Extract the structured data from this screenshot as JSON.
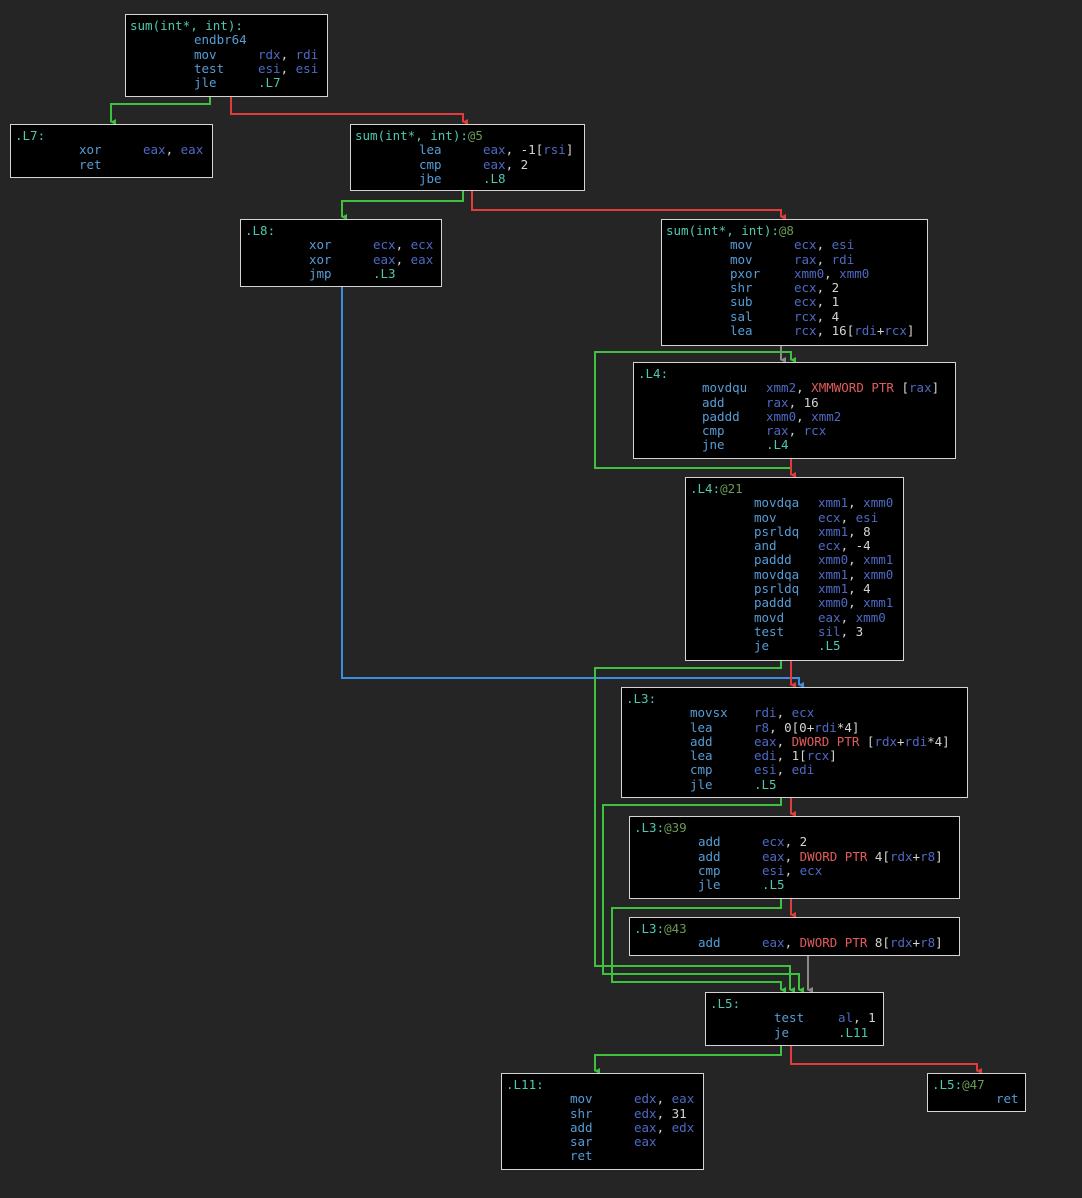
{
  "colors": {
    "background": "#252526",
    "block_bg": "#000000",
    "border": "#d4d4d4",
    "label": "#4ec9b0",
    "suffix": "#6a9955",
    "mnemonic": "#569cd6",
    "register": "#4e69c4",
    "number": "#d4d4d4",
    "ptr_keyword": "#e25b5b",
    "edge_true": "#3ec13e",
    "edge_false": "#e23b3b",
    "edge_jump": "#3a8ee6",
    "edge_fallthrough": "#8a8a8a"
  },
  "blocks": [
    {
      "id": "entry",
      "header": "sum(int*, int):",
      "suffix": "",
      "lines": [
        {
          "mnemonic": "endbr64",
          "operands": []
        },
        {
          "mnemonic": "mov",
          "operands": [
            {
              "t": "reg",
              "v": "rdx"
            },
            {
              "t": "op",
              "v": ", "
            },
            {
              "t": "reg",
              "v": "rdi"
            }
          ]
        },
        {
          "mnemonic": "test",
          "operands": [
            {
              "t": "reg",
              "v": "esi"
            },
            {
              "t": "op",
              "v": ", "
            },
            {
              "t": "reg",
              "v": "esi"
            }
          ]
        },
        {
          "mnemonic": "jle",
          "operands": [
            {
              "t": "lbl",
              "v": ".L7"
            }
          ]
        }
      ]
    },
    {
      "id": "L7",
      "header": ".L7:",
      "suffix": "",
      "lines": [
        {
          "mnemonic": "xor",
          "operands": [
            {
              "t": "reg",
              "v": "eax"
            },
            {
              "t": "op",
              "v": ", "
            },
            {
              "t": "reg",
              "v": "eax"
            }
          ]
        },
        {
          "mnemonic": "ret",
          "operands": []
        }
      ]
    },
    {
      "id": "b5",
      "header": "sum(int*, int):",
      "suffix": "@5",
      "lines": [
        {
          "mnemonic": "lea",
          "operands": [
            {
              "t": "reg",
              "v": "eax"
            },
            {
              "t": "op",
              "v": ", "
            },
            {
              "t": "num",
              "v": "-1"
            },
            {
              "t": "op",
              "v": "["
            },
            {
              "t": "reg",
              "v": "rsi"
            },
            {
              "t": "op",
              "v": "]"
            }
          ]
        },
        {
          "mnemonic": "cmp",
          "operands": [
            {
              "t": "reg",
              "v": "eax"
            },
            {
              "t": "op",
              "v": ", "
            },
            {
              "t": "num",
              "v": "2"
            }
          ]
        },
        {
          "mnemonic": "jbe",
          "operands": [
            {
              "t": "lbl",
              "v": ".L8"
            }
          ]
        }
      ]
    },
    {
      "id": "L8",
      "header": ".L8:",
      "suffix": "",
      "lines": [
        {
          "mnemonic": "xor",
          "operands": [
            {
              "t": "reg",
              "v": "ecx"
            },
            {
              "t": "op",
              "v": ", "
            },
            {
              "t": "reg",
              "v": "ecx"
            }
          ]
        },
        {
          "mnemonic": "xor",
          "operands": [
            {
              "t": "reg",
              "v": "eax"
            },
            {
              "t": "op",
              "v": ", "
            },
            {
              "t": "reg",
              "v": "eax"
            }
          ]
        },
        {
          "mnemonic": "jmp",
          "operands": [
            {
              "t": "lbl",
              "v": ".L3"
            }
          ]
        }
      ]
    },
    {
      "id": "b8",
      "header": "sum(int*, int):",
      "suffix": "@8",
      "lines": [
        {
          "mnemonic": "mov",
          "operands": [
            {
              "t": "reg",
              "v": "ecx"
            },
            {
              "t": "op",
              "v": ", "
            },
            {
              "t": "reg",
              "v": "esi"
            }
          ]
        },
        {
          "mnemonic": "mov",
          "operands": [
            {
              "t": "reg",
              "v": "rax"
            },
            {
              "t": "op",
              "v": ", "
            },
            {
              "t": "reg",
              "v": "rdi"
            }
          ]
        },
        {
          "mnemonic": "pxor",
          "operands": [
            {
              "t": "reg",
              "v": "xmm0"
            },
            {
              "t": "op",
              "v": ", "
            },
            {
              "t": "reg",
              "v": "xmm0"
            }
          ]
        },
        {
          "mnemonic": "shr",
          "operands": [
            {
              "t": "reg",
              "v": "ecx"
            },
            {
              "t": "op",
              "v": ", "
            },
            {
              "t": "num",
              "v": "2"
            }
          ]
        },
        {
          "mnemonic": "sub",
          "operands": [
            {
              "t": "reg",
              "v": "ecx"
            },
            {
              "t": "op",
              "v": ", "
            },
            {
              "t": "num",
              "v": "1"
            }
          ]
        },
        {
          "mnemonic": "sal",
          "operands": [
            {
              "t": "reg",
              "v": "rcx"
            },
            {
              "t": "op",
              "v": ", "
            },
            {
              "t": "num",
              "v": "4"
            }
          ]
        },
        {
          "mnemonic": "lea",
          "operands": [
            {
              "t": "reg",
              "v": "rcx"
            },
            {
              "t": "op",
              "v": ", "
            },
            {
              "t": "num",
              "v": "16"
            },
            {
              "t": "op",
              "v": "["
            },
            {
              "t": "reg",
              "v": "rdi"
            },
            {
              "t": "op",
              "v": "+"
            },
            {
              "t": "reg",
              "v": "rcx"
            },
            {
              "t": "op",
              "v": "]"
            }
          ]
        }
      ]
    },
    {
      "id": "L4",
      "header": ".L4:",
      "suffix": "",
      "lines": [
        {
          "mnemonic": "movdqu",
          "operands": [
            {
              "t": "reg",
              "v": "xmm2"
            },
            {
              "t": "op",
              "v": ", "
            },
            {
              "t": "ptr",
              "v": "XMMWORD PTR"
            },
            {
              "t": "op",
              "v": " ["
            },
            {
              "t": "reg",
              "v": "rax"
            },
            {
              "t": "op",
              "v": "]"
            }
          ]
        },
        {
          "mnemonic": "add",
          "operands": [
            {
              "t": "reg",
              "v": "rax"
            },
            {
              "t": "op",
              "v": ", "
            },
            {
              "t": "num",
              "v": "16"
            }
          ]
        },
        {
          "mnemonic": "paddd",
          "operands": [
            {
              "t": "reg",
              "v": "xmm0"
            },
            {
              "t": "op",
              "v": ", "
            },
            {
              "t": "reg",
              "v": "xmm2"
            }
          ]
        },
        {
          "mnemonic": "cmp",
          "operands": [
            {
              "t": "reg",
              "v": "rax"
            },
            {
              "t": "op",
              "v": ", "
            },
            {
              "t": "reg",
              "v": "rcx"
            }
          ]
        },
        {
          "mnemonic": "jne",
          "operands": [
            {
              "t": "lbl",
              "v": ".L4"
            }
          ]
        }
      ]
    },
    {
      "id": "b21",
      "header": ".L4:",
      "suffix": "@21",
      "lines": [
        {
          "mnemonic": "movdqa",
          "operands": [
            {
              "t": "reg",
              "v": "xmm1"
            },
            {
              "t": "op",
              "v": ", "
            },
            {
              "t": "reg",
              "v": "xmm0"
            }
          ]
        },
        {
          "mnemonic": "mov",
          "operands": [
            {
              "t": "reg",
              "v": "ecx"
            },
            {
              "t": "op",
              "v": ", "
            },
            {
              "t": "reg",
              "v": "esi"
            }
          ]
        },
        {
          "mnemonic": "psrldq",
          "operands": [
            {
              "t": "reg",
              "v": "xmm1"
            },
            {
              "t": "op",
              "v": ", "
            },
            {
              "t": "num",
              "v": "8"
            }
          ]
        },
        {
          "mnemonic": "and",
          "operands": [
            {
              "t": "reg",
              "v": "ecx"
            },
            {
              "t": "op",
              "v": ", "
            },
            {
              "t": "num",
              "v": "-4"
            }
          ]
        },
        {
          "mnemonic": "paddd",
          "operands": [
            {
              "t": "reg",
              "v": "xmm0"
            },
            {
              "t": "op",
              "v": ", "
            },
            {
              "t": "reg",
              "v": "xmm1"
            }
          ]
        },
        {
          "mnemonic": "movdqa",
          "operands": [
            {
              "t": "reg",
              "v": "xmm1"
            },
            {
              "t": "op",
              "v": ", "
            },
            {
              "t": "reg",
              "v": "xmm0"
            }
          ]
        },
        {
          "mnemonic": "psrldq",
          "operands": [
            {
              "t": "reg",
              "v": "xmm1"
            },
            {
              "t": "op",
              "v": ", "
            },
            {
              "t": "num",
              "v": "4"
            }
          ]
        },
        {
          "mnemonic": "paddd",
          "operands": [
            {
              "t": "reg",
              "v": "xmm0"
            },
            {
              "t": "op",
              "v": ", "
            },
            {
              "t": "reg",
              "v": "xmm1"
            }
          ]
        },
        {
          "mnemonic": "movd",
          "operands": [
            {
              "t": "reg",
              "v": "eax"
            },
            {
              "t": "op",
              "v": ", "
            },
            {
              "t": "reg",
              "v": "xmm0"
            }
          ]
        },
        {
          "mnemonic": "test",
          "operands": [
            {
              "t": "reg",
              "v": "sil"
            },
            {
              "t": "op",
              "v": ", "
            },
            {
              "t": "num",
              "v": "3"
            }
          ]
        },
        {
          "mnemonic": "je",
          "operands": [
            {
              "t": "lbl",
              "v": ".L5"
            }
          ]
        }
      ]
    },
    {
      "id": "L3",
      "header": ".L3:",
      "suffix": "",
      "lines": [
        {
          "mnemonic": "movsx",
          "operands": [
            {
              "t": "reg",
              "v": "rdi"
            },
            {
              "t": "op",
              "v": ", "
            },
            {
              "t": "reg",
              "v": "ecx"
            }
          ]
        },
        {
          "mnemonic": "lea",
          "operands": [
            {
              "t": "reg",
              "v": "r8"
            },
            {
              "t": "op",
              "v": ", "
            },
            {
              "t": "num",
              "v": "0"
            },
            {
              "t": "op",
              "v": "[0+"
            },
            {
              "t": "reg",
              "v": "rdi"
            },
            {
              "t": "op",
              "v": "*4]"
            }
          ]
        },
        {
          "mnemonic": "add",
          "operands": [
            {
              "t": "reg",
              "v": "eax"
            },
            {
              "t": "op",
              "v": ", "
            },
            {
              "t": "ptr",
              "v": "DWORD PTR"
            },
            {
              "t": "op",
              "v": " ["
            },
            {
              "t": "reg",
              "v": "rdx"
            },
            {
              "t": "op",
              "v": "+"
            },
            {
              "t": "reg",
              "v": "rdi"
            },
            {
              "t": "op",
              "v": "*4]"
            }
          ]
        },
        {
          "mnemonic": "lea",
          "operands": [
            {
              "t": "reg",
              "v": "edi"
            },
            {
              "t": "op",
              "v": ", "
            },
            {
              "t": "num",
              "v": "1"
            },
            {
              "t": "op",
              "v": "["
            },
            {
              "t": "reg",
              "v": "rcx"
            },
            {
              "t": "op",
              "v": "]"
            }
          ]
        },
        {
          "mnemonic": "cmp",
          "operands": [
            {
              "t": "reg",
              "v": "esi"
            },
            {
              "t": "op",
              "v": ", "
            },
            {
              "t": "reg",
              "v": "edi"
            }
          ]
        },
        {
          "mnemonic": "jle",
          "operands": [
            {
              "t": "lbl",
              "v": ".L5"
            }
          ]
        }
      ]
    },
    {
      "id": "b39",
      "header": ".L3:",
      "suffix": "@39",
      "lines": [
        {
          "mnemonic": "add",
          "operands": [
            {
              "t": "reg",
              "v": "ecx"
            },
            {
              "t": "op",
              "v": ", "
            },
            {
              "t": "num",
              "v": "2"
            }
          ]
        },
        {
          "mnemonic": "add",
          "operands": [
            {
              "t": "reg",
              "v": "eax"
            },
            {
              "t": "op",
              "v": ", "
            },
            {
              "t": "ptr",
              "v": "DWORD PTR"
            },
            {
              "t": "op",
              "v": " 4["
            },
            {
              "t": "reg",
              "v": "rdx"
            },
            {
              "t": "op",
              "v": "+"
            },
            {
              "t": "reg",
              "v": "r8"
            },
            {
              "t": "op",
              "v": "]"
            }
          ]
        },
        {
          "mnemonic": "cmp",
          "operands": [
            {
              "t": "reg",
              "v": "esi"
            },
            {
              "t": "op",
              "v": ", "
            },
            {
              "t": "reg",
              "v": "ecx"
            }
          ]
        },
        {
          "mnemonic": "jle",
          "operands": [
            {
              "t": "lbl",
              "v": ".L5"
            }
          ]
        }
      ]
    },
    {
      "id": "b43",
      "header": ".L3:",
      "suffix": "@43",
      "lines": [
        {
          "mnemonic": "add",
          "operands": [
            {
              "t": "reg",
              "v": "eax"
            },
            {
              "t": "op",
              "v": ", "
            },
            {
              "t": "ptr",
              "v": "DWORD PTR"
            },
            {
              "t": "op",
              "v": " 8["
            },
            {
              "t": "reg",
              "v": "rdx"
            },
            {
              "t": "op",
              "v": "+"
            },
            {
              "t": "reg",
              "v": "r8"
            },
            {
              "t": "op",
              "v": "]"
            }
          ]
        }
      ]
    },
    {
      "id": "L5",
      "header": ".L5:",
      "suffix": "",
      "lines": [
        {
          "mnemonic": "test",
          "operands": [
            {
              "t": "reg",
              "v": "al"
            },
            {
              "t": "op",
              "v": ", "
            },
            {
              "t": "num",
              "v": "1"
            }
          ]
        },
        {
          "mnemonic": "je",
          "operands": [
            {
              "t": "lbl",
              "v": ".L11"
            }
          ]
        }
      ]
    },
    {
      "id": "L11",
      "header": ".L11:",
      "suffix": "",
      "lines": [
        {
          "mnemonic": "mov",
          "operands": [
            {
              "t": "reg",
              "v": "edx"
            },
            {
              "t": "op",
              "v": ", "
            },
            {
              "t": "reg",
              "v": "eax"
            }
          ]
        },
        {
          "mnemonic": "shr",
          "operands": [
            {
              "t": "reg",
              "v": "edx"
            },
            {
              "t": "op",
              "v": ", "
            },
            {
              "t": "num",
              "v": "31"
            }
          ]
        },
        {
          "mnemonic": "add",
          "operands": [
            {
              "t": "reg",
              "v": "eax"
            },
            {
              "t": "op",
              "v": ", "
            },
            {
              "t": "reg",
              "v": "edx"
            }
          ]
        },
        {
          "mnemonic": "sar",
          "operands": [
            {
              "t": "reg",
              "v": "eax"
            }
          ]
        },
        {
          "mnemonic": "ret",
          "operands": []
        }
      ]
    },
    {
      "id": "b47",
      "header": ".L5:",
      "suffix": "@47",
      "lines": [
        {
          "mnemonic": "ret",
          "operands": [],
          "wide": true
        }
      ]
    }
  ]
}
